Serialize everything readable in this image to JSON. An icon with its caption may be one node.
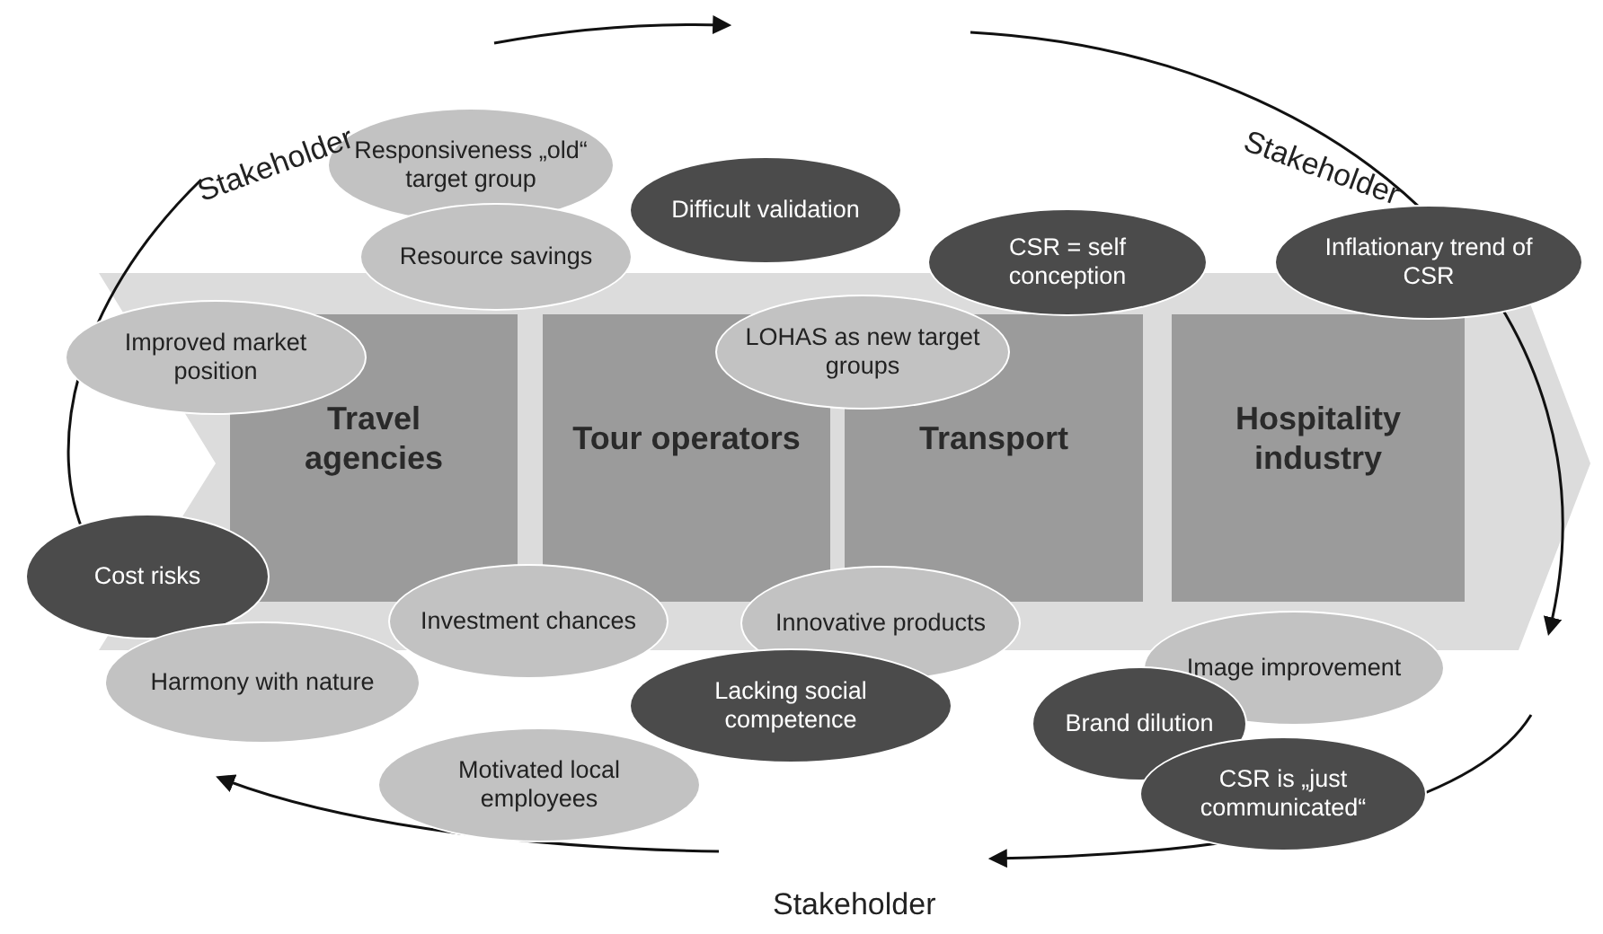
{
  "diagram": {
    "nodes": [
      {
        "text": [
          "Travel agencies"
        ]
      },
      {
        "text": [
          "Tour operators"
        ]
      },
      {
        "text": [
          "Transport"
        ]
      },
      {
        "text": [
          "Hospitality industry"
        ]
      },
      {
        "text": [
          "Responsiveness „old“ target group"
        ]
      },
      {
        "text": [
          "Difficult validation"
        ]
      },
      {
        "text": [
          "CSR = self conception"
        ]
      },
      {
        "text": [
          "Inflationary trend of CSR"
        ]
      },
      {
        "text": [
          "Resource savings"
        ]
      },
      {
        "text": [
          "LOHAS as new target groups"
        ]
      },
      {
        "text": [
          "Improved market position"
        ]
      },
      {
        "text": [
          "Cost risks"
        ]
      },
      {
        "text": [
          "Investment chances"
        ]
      },
      {
        "text": [
          "Innovative products"
        ]
      },
      {
        "text": [
          "Image improvement"
        ]
      },
      {
        "text": [
          "Harmony with nature"
        ]
      },
      {
        "text": [
          "Lacking social competence"
        ]
      },
      {
        "text": [
          "Brand dilution"
        ]
      },
      {
        "text": [
          "Motivated local employees"
        ]
      },
      {
        "text": [
          "CSR is „just communicated“"
        ]
      }
    ],
    "labels": [
      "Stakeholder",
      "Stakeholder",
      "Stakeholder"
    ]
  }
}
